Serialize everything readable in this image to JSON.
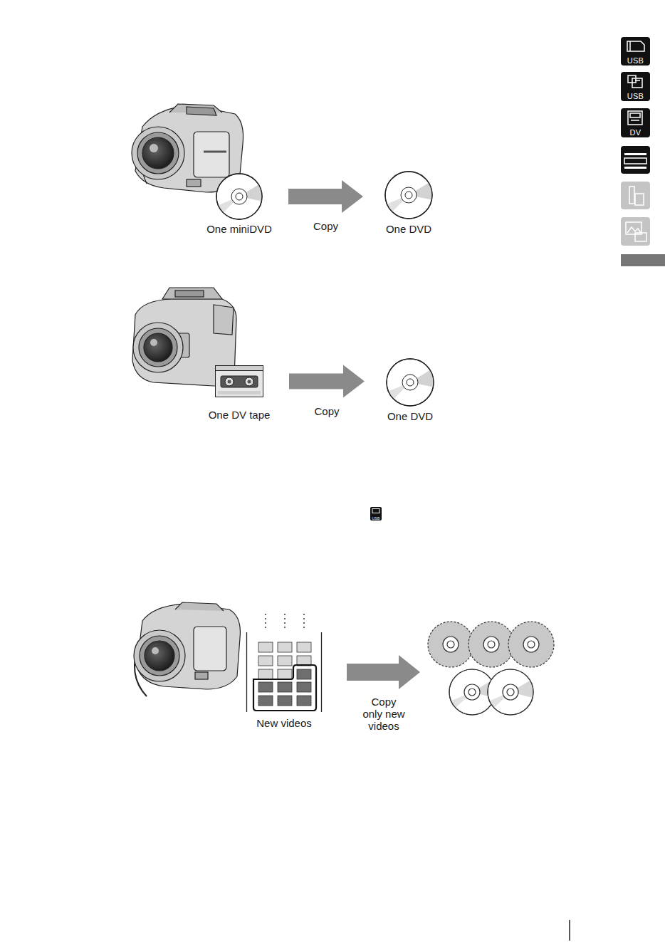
{
  "diagram": {
    "nodes": [
      {
        "text": [
          "One miniDVD"
        ]
      },
      {
        "text": [
          "One DVD"
        ]
      },
      {
        "text": [
          "One DV tape"
        ]
      },
      {
        "text": [
          "One DVD"
        ]
      },
      {
        "text": [
          "New videos"
        ]
      },
      {
        "text": [
          "USB"
        ]
      },
      {
        "text": [
          "USB"
        ]
      },
      {
        "text": [
          "DV"
        ]
      },
      {
        "text": [
          "USB"
        ]
      }
    ],
    "edges": [
      {
        "from": 0,
        "to": 1,
        "label": "Copy",
        "arrow": "to"
      },
      {
        "from": 2,
        "to": 3,
        "label": "Copy",
        "arrow": "to"
      }
    ],
    "labels": [
      "Copy only new videos"
    ]
  }
}
